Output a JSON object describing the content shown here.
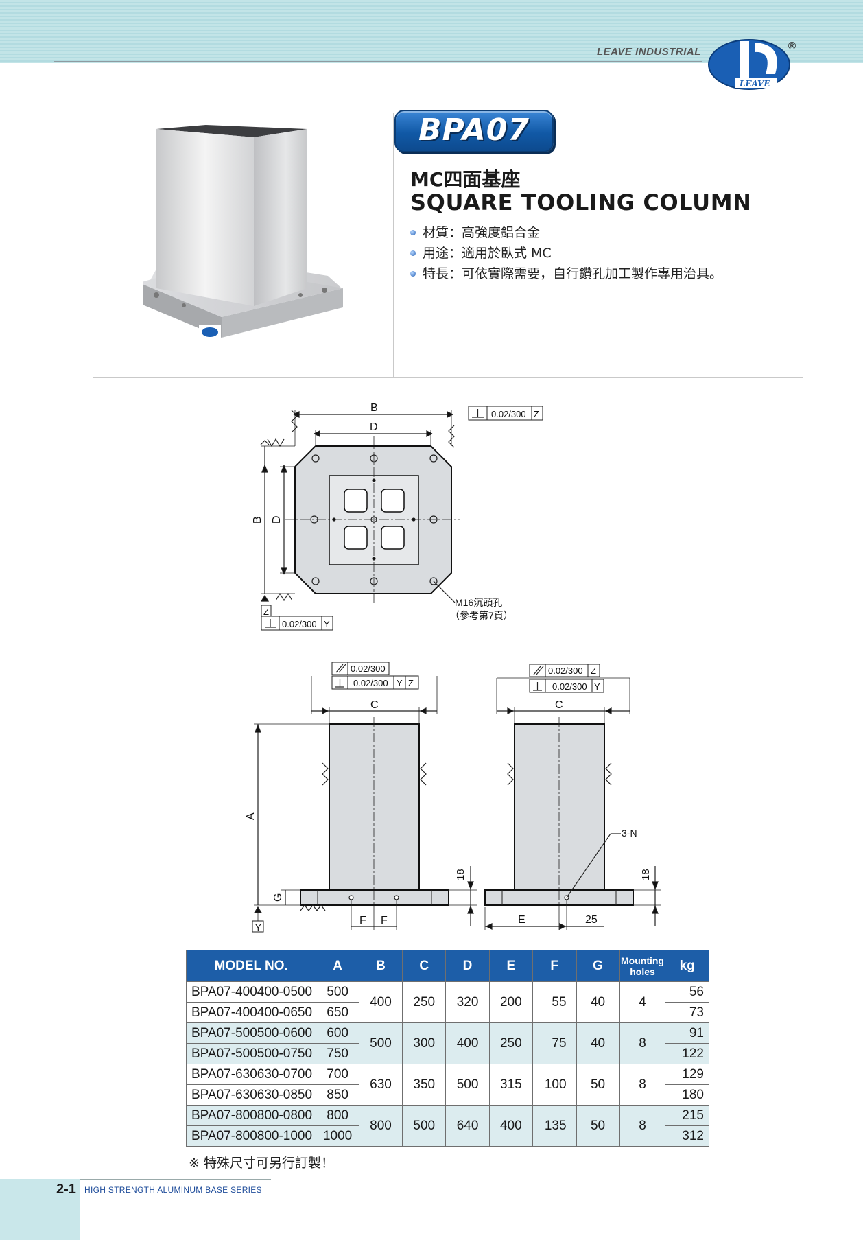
{
  "header": {
    "brand": "LEAVE INDUSTRIAL",
    "logo_text": "LEAVE",
    "registered_mark": "®"
  },
  "product": {
    "model": "BPA07",
    "title_cn": "MC四面基座",
    "title_en": "SQUARE TOOLING COLUMN",
    "specs": [
      "材質：高強度鋁合金",
      "用途：適用於臥式 MC",
      "特長：可依實際需要，自行鑽孔加工製作專用治具。"
    ]
  },
  "drawing": {
    "dim_b": "B",
    "dim_d": "D",
    "dim_c": "C",
    "dim_a": "A",
    "dim_g": "G",
    "dim_e": "E",
    "dim_f": "F",
    "dim_18": "18",
    "dim_25": "25",
    "tol_perp": "0.02/300",
    "tol_par": "0.02/300",
    "datum_z": "Z",
    "datum_y": "Y",
    "hole_note": "M16沉頭孔",
    "hole_ref": "（參考第7頁）",
    "hole_count": "3-N"
  },
  "table": {
    "headers": [
      "MODEL NO.",
      "A",
      "B",
      "C",
      "D",
      "E",
      "F",
      "G",
      "Mounting holes",
      "kg"
    ],
    "groups": [
      {
        "rows": [
          {
            "model": "BPA07-400400-0500",
            "a": "500",
            "kg": "56"
          },
          {
            "model": "BPA07-400400-0650",
            "a": "650",
            "kg": "73"
          }
        ],
        "b": "400",
        "c": "250",
        "d": "320",
        "e": "200",
        "f": "55",
        "g": "40",
        "holes": "4"
      },
      {
        "rows": [
          {
            "model": "BPA07-500500-0600",
            "a": "600",
            "kg": "91"
          },
          {
            "model": "BPA07-500500-0750",
            "a": "750",
            "kg": "122"
          }
        ],
        "b": "500",
        "c": "300",
        "d": "400",
        "e": "250",
        "f": "75",
        "g": "40",
        "holes": "8"
      },
      {
        "rows": [
          {
            "model": "BPA07-630630-0700",
            "a": "700",
            "kg": "129"
          },
          {
            "model": "BPA07-630630-0850",
            "a": "850",
            "kg": "180"
          }
        ],
        "b": "630",
        "c": "350",
        "d": "500",
        "e": "315",
        "f": "100",
        "g": "50",
        "holes": "8"
      },
      {
        "rows": [
          {
            "model": "BPA07-800800-0800",
            "a": "800",
            "kg": "215"
          },
          {
            "model": "BPA07-800800-1000",
            "a": "1000",
            "kg": "312"
          }
        ],
        "b": "800",
        "c": "500",
        "d": "640",
        "e": "400",
        "f": "135",
        "g": "50",
        "holes": "8"
      }
    ]
  },
  "footnote": "※ 特殊尺寸可另行訂製！",
  "footer": {
    "page": "2-1",
    "series": "HIGH STRENGTH ALUMINUM BASE SERIES"
  }
}
